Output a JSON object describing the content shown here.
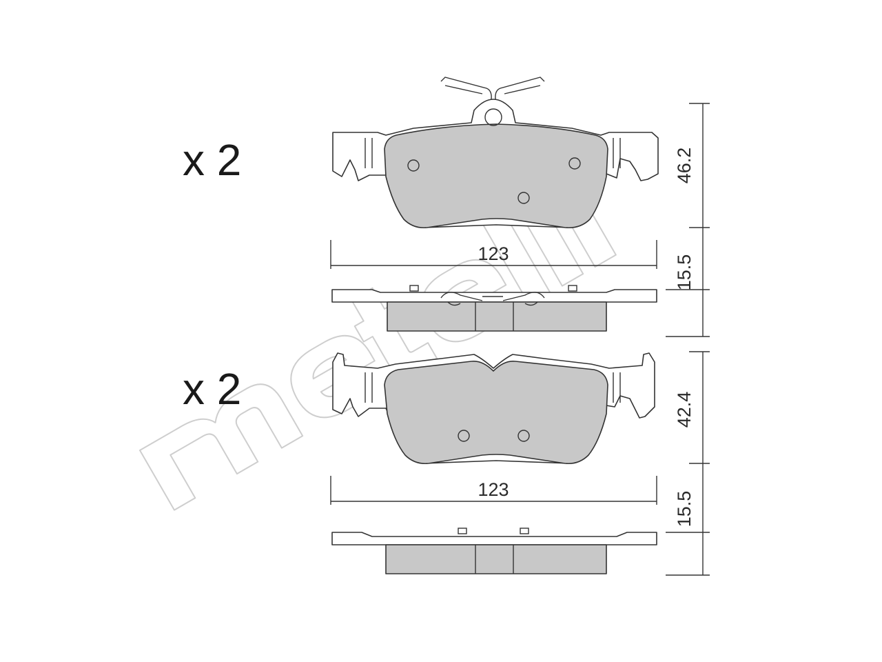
{
  "brand_watermark": "metelli",
  "quantity_top": "x 2",
  "quantity_bottom": "x 2",
  "pad1": {
    "width_label": "123",
    "height_label": "46.2",
    "thickness_label": "15.5"
  },
  "pad2": {
    "width_label": "123",
    "height_label": "42.4",
    "thickness_label": "15.5"
  },
  "colors": {
    "friction_material": "#c8c8c8",
    "line": "#333333",
    "watermark": "#c9c9c9",
    "background": "#ffffff"
  }
}
